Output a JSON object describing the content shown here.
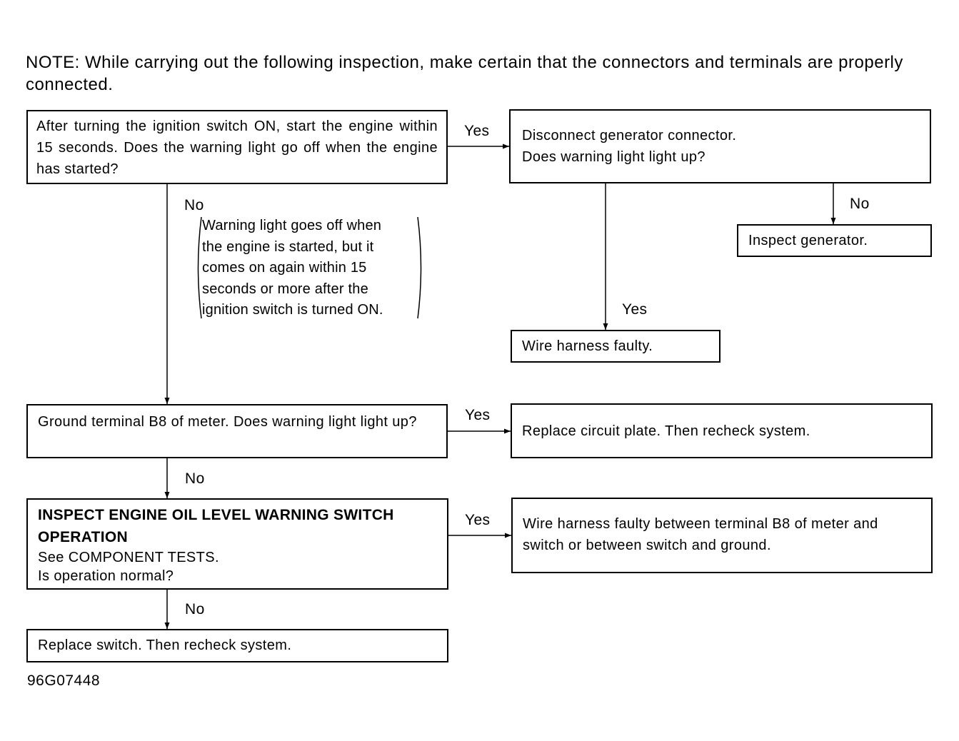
{
  "note": "NOTE:  While carrying out the following inspection, make certain that the connectors and terminals are properly connected.",
  "boxes": {
    "start": "After turning the ignition switch ON, start the engine within 15 seconds. Does the warning light go off when the engine has started?",
    "disconnect": [
      "Disconnect generator connector.",
      "Does warning light light up?"
    ],
    "inspect_generator": "Inspect generator.",
    "wire_harness_faulty": "Wire harness faulty.",
    "ground_terminal": "Ground terminal B8 of meter. Does warning light light up?",
    "replace_circuit_plate": "Replace circuit plate. Then recheck system.",
    "inspect_switch_title": "INSPECT ENGINE OIL LEVEL WARNING SWITCH OPERATION",
    "inspect_switch_lines": [
      "See COMPONENT TESTS.",
      "Is operation normal?"
    ],
    "wire_harness_between": "Wire harness faulty between terminal B8 of meter and switch or between switch and ground.",
    "replace_switch": "Replace switch. Then recheck system."
  },
  "paren_note": [
    "Warning light goes off when",
    "the engine is started, but it",
    "comes on again within 15",
    "seconds or more after the",
    "ignition switch is turned ON."
  ],
  "labels": {
    "yes": "Yes",
    "no": "No"
  },
  "figure_code": "96G07448"
}
